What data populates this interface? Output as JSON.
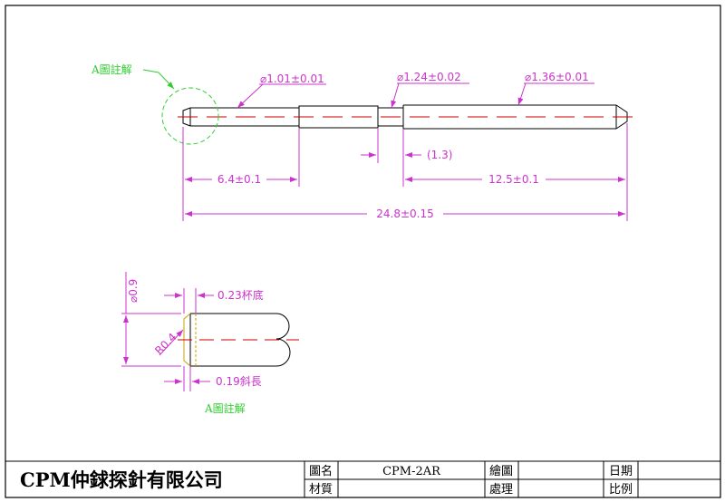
{
  "drawing": {
    "colors": {
      "dimension": "#cc33cc",
      "note": "#33cc33",
      "centerline": "#cc0000",
      "outline": "#000000",
      "chamfer": "#c9a000"
    },
    "main_view": {
      "note_label": "A圖註解",
      "dia_1": "⌀1.01±0.01",
      "dia_2": "⌀1.24±0.02",
      "dia_3": "⌀1.36±0.01",
      "len_left": "6.4±0.1",
      "len_mid": "(1.3)",
      "len_right": "12.5±0.1",
      "len_total": "24.8±0.15"
    },
    "detail_view": {
      "dia": "⌀0.9",
      "radius": "R0.4",
      "cup_depth": "0.23杯底",
      "chamfer_len": "0.19斜長",
      "caption": "A圖註解"
    }
  },
  "title_block": {
    "company": "CPM仲銶探針有限公司",
    "row1": {
      "label_name": "圖名",
      "value_name": "CPM-2AR",
      "label_drawn": "繪圖",
      "value_drawn": "",
      "label_date": "日期",
      "value_date": ""
    },
    "row2": {
      "label_material": "材質",
      "value_material": "",
      "label_process": "處理",
      "value_process": "",
      "label_scale": "比例",
      "value_scale": ""
    }
  }
}
